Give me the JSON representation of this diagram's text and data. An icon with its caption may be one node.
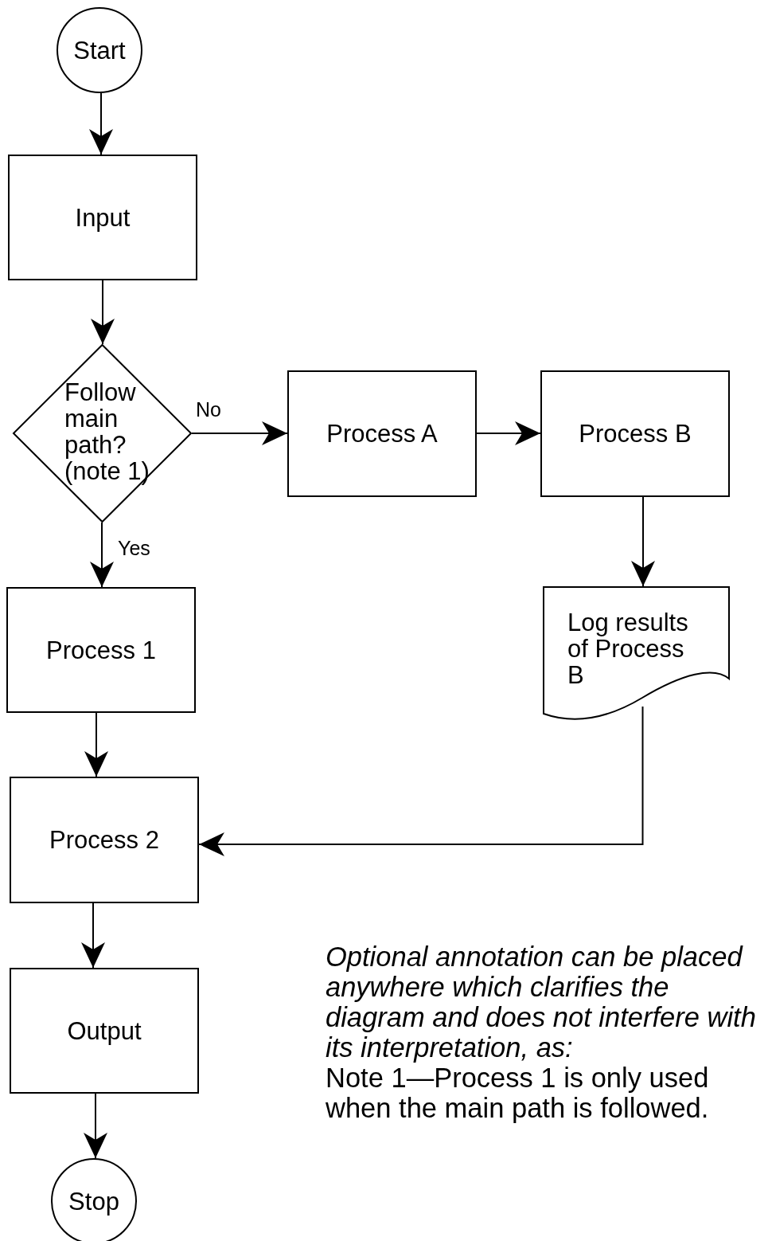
{
  "diagram": {
    "nodes": [
      {
        "text": [
          "Start"
        ]
      },
      {
        "text": [
          "Input"
        ]
      },
      {
        "text": [
          "Follow main path? (note 1)"
        ]
      },
      {
        "text": [
          "Process A"
        ]
      },
      {
        "text": [
          "Process B"
        ]
      },
      {
        "text": [
          "Log results of Process B"
        ]
      },
      {
        "text": [
          "Process 1"
        ]
      },
      {
        "text": [
          "Process 2"
        ]
      },
      {
        "text": [
          "Output"
        ]
      },
      {
        "text": [
          "Stop"
        ]
      }
    ],
    "edges": [
      {
        "from": 0,
        "to": 1,
        "arrow": "to"
      },
      {
        "from": 1,
        "to": 2,
        "arrow": "to"
      },
      {
        "from": 2,
        "to": 3,
        "arrow": "to",
        "label": "No"
      },
      {
        "from": 3,
        "to": 4,
        "arrow": "to"
      },
      {
        "from": 4,
        "to": 5,
        "arrow": "to"
      },
      {
        "from": 2,
        "to": 6,
        "arrow": "to",
        "label": "Yes"
      },
      {
        "from": 6,
        "to": 7,
        "arrow": "to"
      },
      {
        "from": 5,
        "to": 7,
        "arrow": "to"
      },
      {
        "from": 7,
        "to": 8,
        "arrow": "to"
      },
      {
        "from": 8,
        "to": 9,
        "arrow": "to"
      }
    ],
    "labels": [
      "Optional annotation can be placed anywhere which clarifies the diagram and does not interfere with its interpretation, as:",
      "Note 1—Process 1 is only used when the main path is followed."
    ]
  }
}
